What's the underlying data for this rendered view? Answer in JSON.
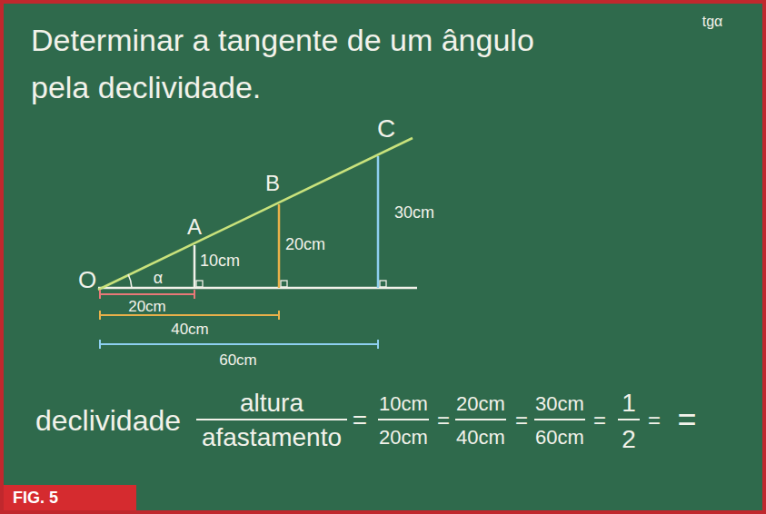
{
  "diagram": {
    "title": "Determinar a tangente de um ângulo pela declividade.",
    "caption": "FIG. 5",
    "labels": [
      "O",
      "α",
      "A",
      "10cm",
      "B",
      "20cm",
      "C",
      "30cm",
      "20cm",
      "40cm",
      "60cm",
      "declividade",
      "=",
      "altura",
      "afastamento",
      "=",
      "10cm",
      "20cm",
      "=",
      "20cm",
      "40cm",
      "=",
      "30cm",
      "60cm",
      "=",
      "1",
      "2",
      "=",
      "tgα"
    ]
  }
}
